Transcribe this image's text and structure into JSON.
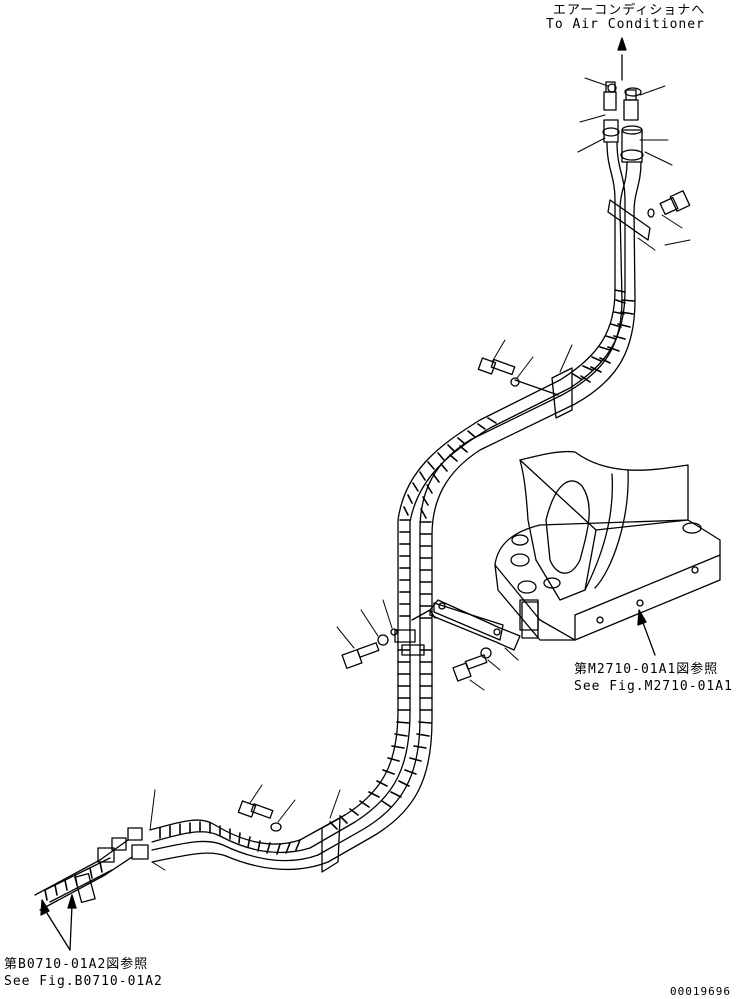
{
  "labels": {
    "air_conditioner_jp": "エアーコンディショナへ",
    "air_conditioner_en": "To Air Conditioner",
    "frame_ref_jp": "第M2710-01A1図参照",
    "frame_ref_en": "See Fig.M2710-01A1",
    "hose_ref_jp": "第B0710-01A2図参照",
    "hose_ref_en": "See Fig.B0710-01A2",
    "drawing_number": "00019696"
  }
}
